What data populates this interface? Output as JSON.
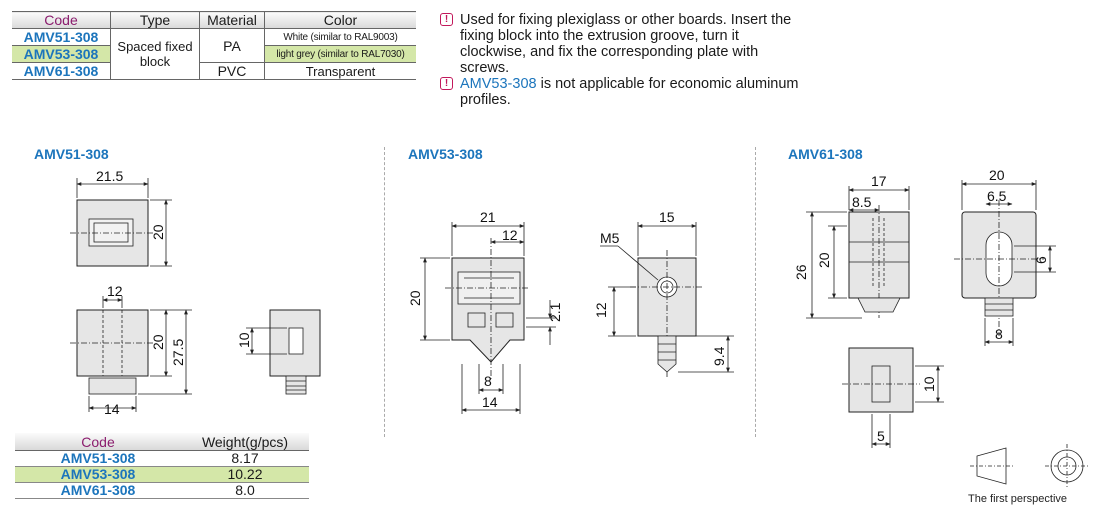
{
  "spec_table": {
    "headers": [
      "Code",
      "Type",
      "Material",
      "Color"
    ],
    "type": "Spaced fixed block",
    "rows": [
      {
        "code": "AMV51-308",
        "material": "PA",
        "color": "White (similar to RAL9003)"
      },
      {
        "code": "AMV53-308",
        "color": "light grey (similar to RAL7030)"
      },
      {
        "code": "AMV61-308",
        "material": "PVC",
        "color": "Transparent"
      }
    ]
  },
  "notes": {
    "note1": "Used for fixing plexiglass or other boards. Insert the fixing block into the extrusion groove, turn it clockwise, and fix the corresponding plate with screws.",
    "note2_code": "AMV53-308",
    "note2_text": " is not applicable for economic aluminum profiles."
  },
  "drawings": {
    "amv51": {
      "title": "AMV51-308",
      "dims": {
        "top_width": "21.5",
        "top_height": "20",
        "slot_width": "12",
        "body_height": "20",
        "total_height": "27.5",
        "base_width": "14",
        "side_height": "10"
      }
    },
    "amv53": {
      "title": "AMV53-308",
      "dims": {
        "width": "21",
        "half_width": "12",
        "height": "20",
        "offset": "2.1",
        "neck": "8",
        "base": "14",
        "side_width": "15",
        "thread": "M5",
        "hole_height": "12",
        "screw_length": "9.4"
      }
    },
    "amv61": {
      "title": "AMV61-308",
      "dims": {
        "width": "17",
        "half_width": "8.5",
        "body_height": "20",
        "total_height": "26",
        "side_width": "20",
        "slot_offset": "6.5",
        "slot_width": "6",
        "stem_width": "8",
        "bottom_height": "10",
        "bottom_width": "5"
      }
    }
  },
  "weight_table": {
    "headers": [
      "Code",
      "Weight(g/pcs)"
    ],
    "rows": [
      {
        "code": "AMV51-308",
        "weight": "8.17"
      },
      {
        "code": "AMV53-308",
        "weight": "10.22"
      },
      {
        "code": "AMV61-308",
        "weight": "8.0"
      }
    ]
  },
  "perspective": {
    "label": "The first perspective"
  }
}
